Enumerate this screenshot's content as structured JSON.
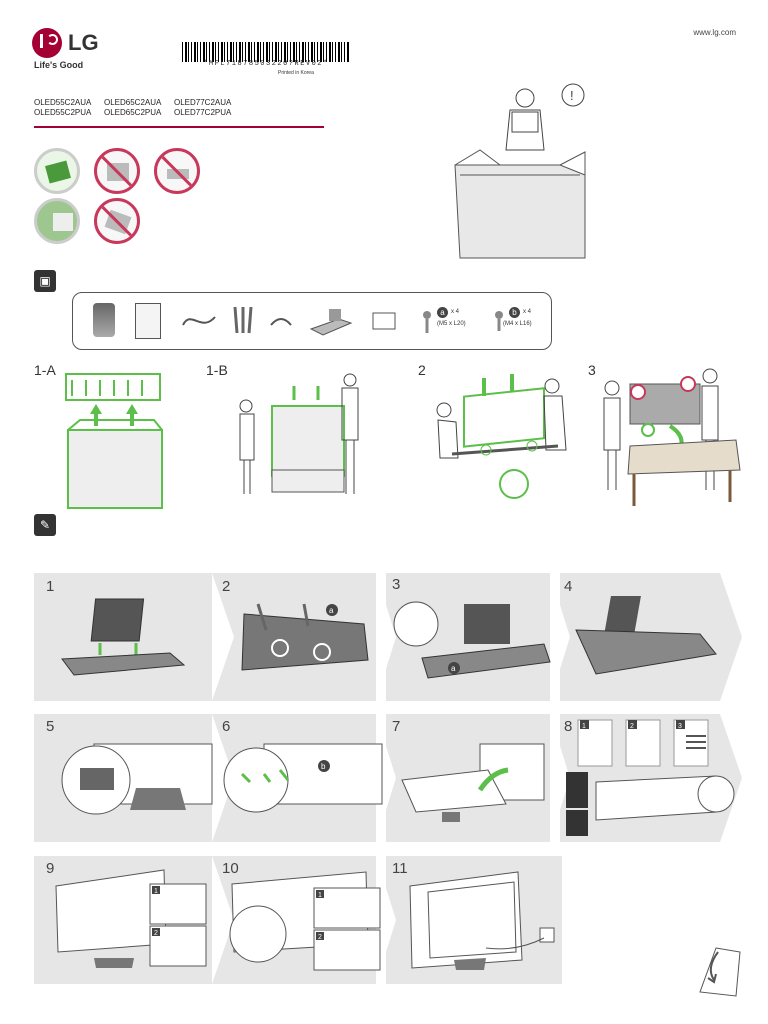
{
  "brand": {
    "name": "LG",
    "tagline": "Life's Good"
  },
  "url": "www.lg.com",
  "barcode_text": "*MFL71878503220?REV02*",
  "printed": "Printed in Korea",
  "models": [
    [
      "OLED55C2AUA",
      "OLED65C2AUA",
      "OLED77C2AUA"
    ],
    [
      "OLED55C2PUA",
      "OLED65C2PUA",
      "OLED77C2PUA"
    ]
  ],
  "parts": {
    "screw_a": {
      "letter": "a",
      "qty": "x 4",
      "spec": "(M5 x L20)"
    },
    "screw_b": {
      "letter": "b",
      "qty": "x 4",
      "spec": "(M4 x L16)"
    }
  },
  "unbox_steps": [
    "1-A",
    "1-B",
    "2",
    "3"
  ],
  "assembly_steps": [
    "1",
    "2",
    "3",
    "4",
    "5",
    "6",
    "7",
    "8",
    "9",
    "10",
    "11"
  ],
  "callouts": {
    "a": "a",
    "b": "b"
  },
  "substeps": [
    "1",
    "2",
    "3"
  ],
  "warning_icon": "!",
  "colors": {
    "brand_red": "#a50034",
    "accent_green": "#5bbf4a",
    "band_gray": "#e6e6e6",
    "prohibit_red": "#c8385a"
  }
}
